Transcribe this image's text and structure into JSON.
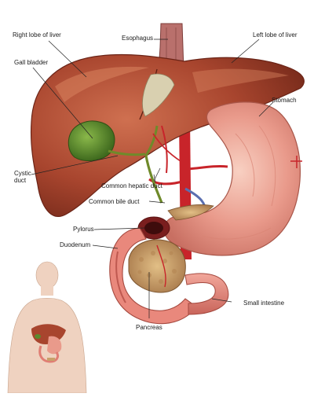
{
  "labels": {
    "right_lobe": "Right lobe of liver",
    "esophagus": "Esophagus",
    "left_lobe": "Left lobe of liver",
    "gall_bladder": "Gall bladder",
    "stomach": "Stomach",
    "cystic_duct_line1": "Cystic",
    "cystic_duct_line2": "duct",
    "common_hepatic_duct": "Common hepatic duct",
    "common_bile_duct": "Common bile duct",
    "pylorus": "Pylorus",
    "duodenum": "Duodenum",
    "small_intestine": "Small intestine",
    "pancreas": "Pancreas"
  },
  "colors": {
    "liver": "#a8452e",
    "liver_light": "#c2603f",
    "stomach": "#e89a8c",
    "stomach_light": "#f6c4b6",
    "gallbladder": "#5c8a2e",
    "duct": "#6f8a2a",
    "artery": "#c8242a",
    "vein": "#5a6fb0",
    "pancreas": "#c9a06a",
    "esophagus": "#b56a6a",
    "intestine": "#e07e74",
    "skin": "#efd2c0",
    "leader": "#222222"
  }
}
